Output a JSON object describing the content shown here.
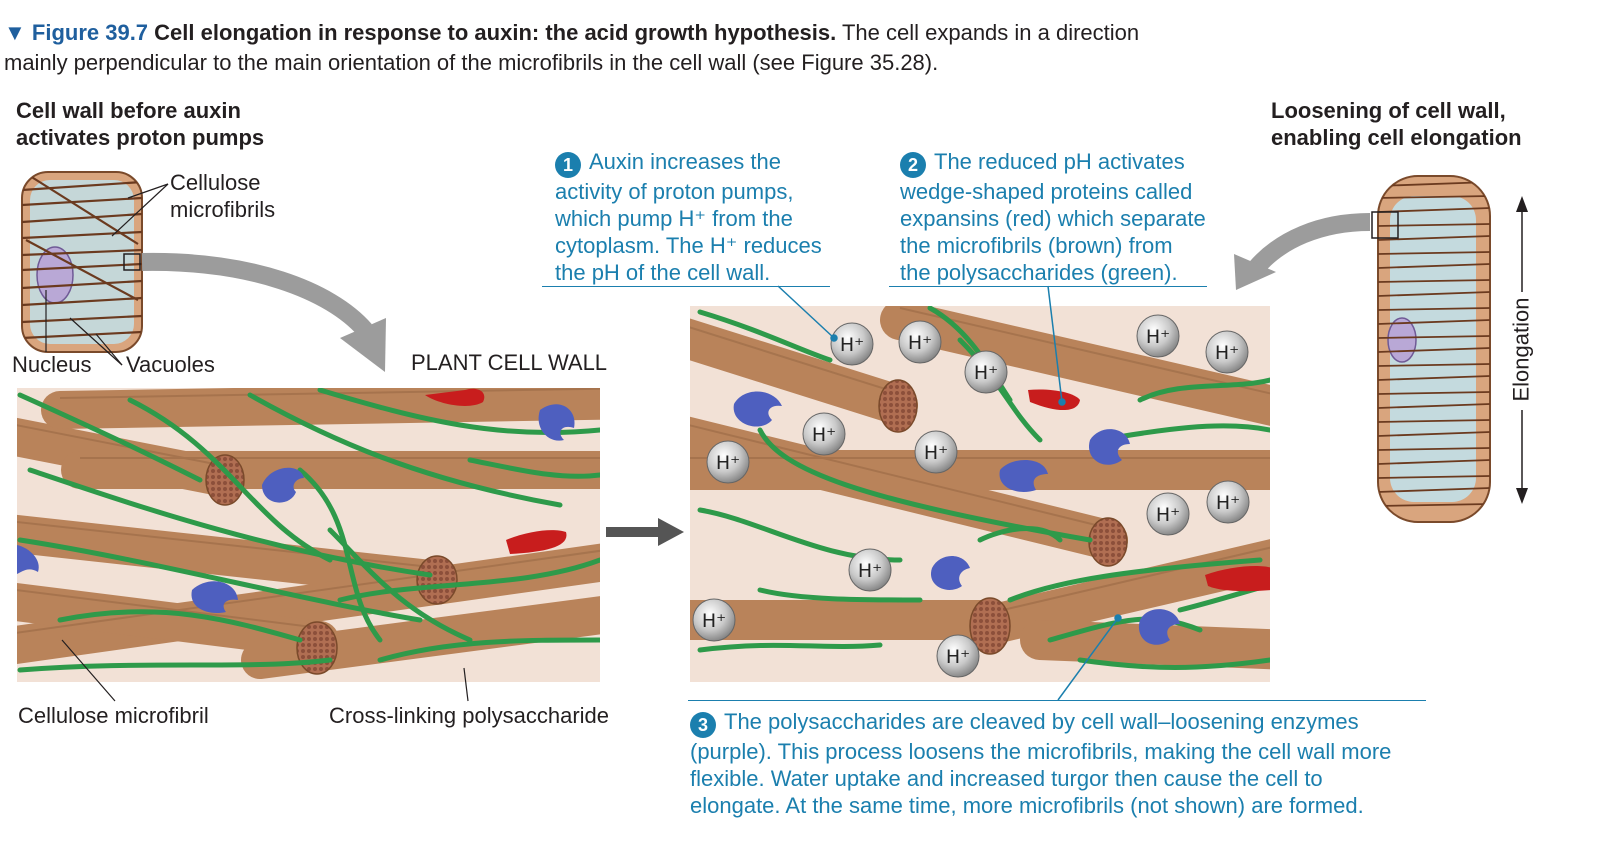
{
  "caption": {
    "figure_label": "▼ Figure 39.7",
    "title": "Cell elongation in response to auxin: the acid growth hypothesis.",
    "text": "The cell expands in a direction mainly perpendicular to the main orientation of the microfibrils in the cell wall (see Figure 35.28)."
  },
  "left_panel": {
    "heading_line1": "Cell wall before auxin",
    "heading_line2": "activates proton pumps",
    "label_cellulose_line1": "Cellulose",
    "label_cellulose_line2": "microfibrils",
    "label_nucleus": "Nucleus",
    "label_vacuoles": "Vacuoles",
    "label_plant_cell_wall": "PLANT CELL WALL",
    "label_cellulose_microfibril": "Cellulose microfibril",
    "label_cross_linking": "Cross-linking polysaccharide"
  },
  "right_panel": {
    "heading_line1": "Loosening of cell wall,",
    "heading_line2": "enabling cell elongation",
    "label_elongation": "Elongation"
  },
  "steps": [
    {
      "number": "1",
      "lines": [
        "Auxin increases the",
        "activity of proton pumps,",
        "which pump H⁺ from the",
        "cytoplasm. The H⁺ reduces",
        "the pH of the cell wall."
      ]
    },
    {
      "number": "2",
      "lines": [
        "The reduced pH activates",
        "wedge-shaped proteins called",
        "expansins (red) which separate",
        "the microfibrils (brown) from",
        "the polysaccharides (green)."
      ]
    },
    {
      "number": "3",
      "lines": [
        "The polysaccharides are cleaved by cell wall–loosening enzymes",
        "(purple). This process loosens the microfibrils, making the cell wall more",
        "flexible. Water uptake and increased turgor then cause the cell to",
        "elongate. At the same time, more microfibrils (not shown) are formed."
      ]
    }
  ],
  "ion_label": "H⁺",
  "colors": {
    "accent_blue": "#1b7fae",
    "figure_blue": "#1f5f9e",
    "microfibril_brown": "#b9835a",
    "polysaccharide_green": "#2e9a4a",
    "expansin_red": "#c81d1d",
    "enzyme_purple": "#4e5fbf",
    "background_pink": "#f2e1d6"
  }
}
